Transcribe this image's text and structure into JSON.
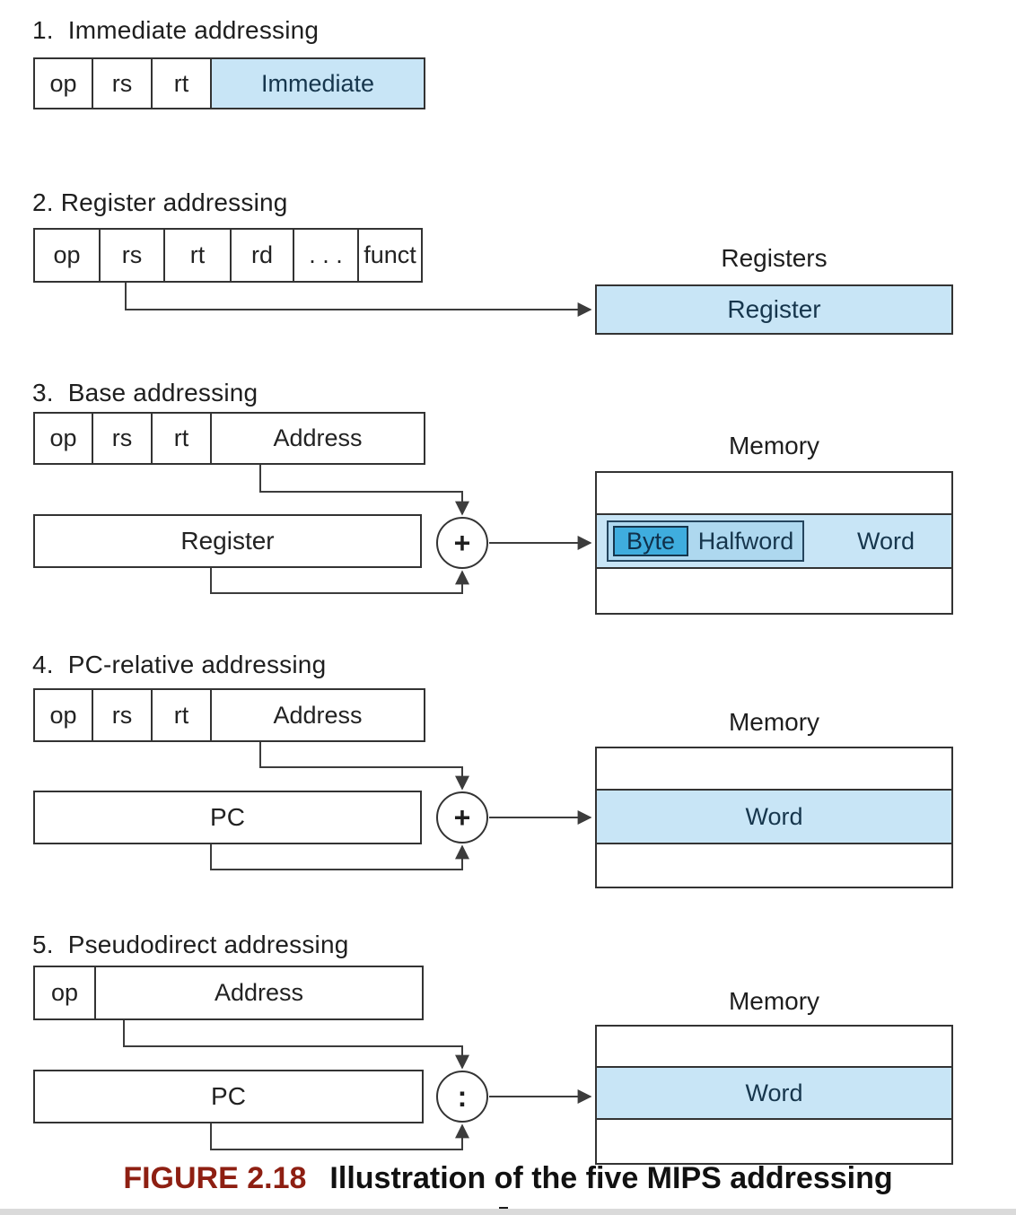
{
  "colors": {
    "highlight_blue": "#c8e5f6",
    "byte_blue": "#3fadde",
    "halfword_blue": "#aed8ef",
    "line_dark": "#3c3c3c",
    "caption_red": "#8e1f12",
    "navy_text": "#16364d"
  },
  "sections": [
    {
      "label": "1.  Immediate addressing",
      "fields": [
        "op",
        "rs",
        "rt",
        "Immediate"
      ]
    },
    {
      "label": "2. Register addressing",
      "fields": [
        "op",
        "rs",
        "rt",
        "rd",
        ". . .",
        "funct"
      ],
      "bank_title": "Registers",
      "bank_row": "Register"
    },
    {
      "label": "3.  Base addressing",
      "fields": [
        "op",
        "rs",
        "rt",
        "Address"
      ],
      "operand_box": "Register",
      "operator": "+",
      "bank_title": "Memory",
      "mem": {
        "byte": "Byte",
        "halfword": "Halfword",
        "word": "Word"
      }
    },
    {
      "label": "4.  PC-relative addressing",
      "fields": [
        "op",
        "rs",
        "rt",
        "Address"
      ],
      "operand_box": "PC",
      "operator": "+",
      "bank_title": "Memory",
      "mem": {
        "word": "Word"
      }
    },
    {
      "label": "5.  Pseudodirect addressing",
      "fields": [
        "op",
        "Address"
      ],
      "operand_box": "PC",
      "operator": ":",
      "bank_title": "Memory",
      "mem": {
        "word": "Word"
      }
    }
  ],
  "caption": {
    "figure_label": "FIGURE 2.18",
    "title": "Illustration of the five MIPS addressing"
  }
}
